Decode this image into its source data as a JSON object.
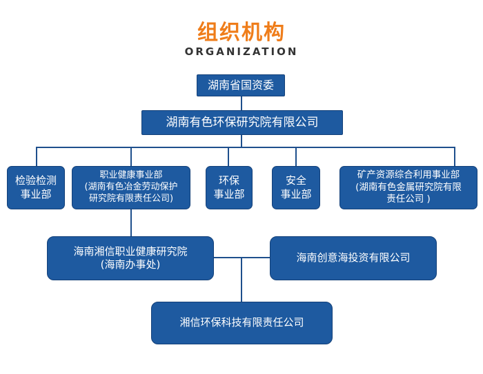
{
  "header": {
    "title": "组织机构",
    "subtitle": "ORGANIZATION"
  },
  "nodes": {
    "root": "湖南省国资委",
    "institute": "湖南有色环保研究院有限公司",
    "inspection": [
      "检验检测",
      "事业部"
    ],
    "occupational": [
      "职业健康事业部",
      "(湖南有色冶金劳动保护",
      "研究院有限责任公司)"
    ],
    "environment": [
      "环保",
      "事业部"
    ],
    "safety": [
      "安全",
      "事业部"
    ],
    "mineral": [
      "矿产资源综合利用事业部",
      "(湖南有色金属研究院有限",
      "责任公司 )"
    ],
    "hainan_xiangxin": [
      "海南湘信职业健康研究院",
      "(海南办事处)"
    ],
    "hainan_chuangyi": "海南创意海投资有限公司",
    "xiangxin_env": "湘信环保科技有限责任公司"
  },
  "colors": {
    "title": "#ef7d1a",
    "box_fill": "#1e5aa0",
    "connector": "#1e4f8c"
  }
}
